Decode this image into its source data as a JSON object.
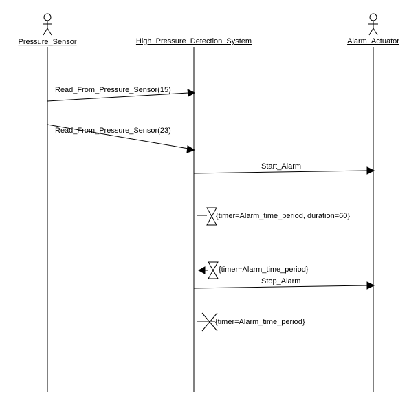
{
  "actors": [
    {
      "name": "Pressure_Sensor"
    },
    {
      "name": "High_Pressure_Detection_System"
    },
    {
      "name": "Alarm_Actuator"
    }
  ],
  "messages": [
    {
      "label": "Read_From_Pressure_Sensor(15)",
      "from": 0,
      "to": 1
    },
    {
      "label": "Read_From_Pressure_Sensor(23)",
      "from": 0,
      "to": 1
    },
    {
      "label": "Start_Alarm",
      "from": 1,
      "to": 2
    },
    {
      "label": "Stop_Alarm",
      "from": 1,
      "to": 2
    }
  ],
  "timers": [
    {
      "kind": "set",
      "label": "{timer=Alarm_time_period, duration=60}"
    },
    {
      "kind": "timeout",
      "label": "{timer=Alarm_time_period}"
    },
    {
      "kind": "reset",
      "label": "{timer=Alarm_time_period}"
    }
  ]
}
